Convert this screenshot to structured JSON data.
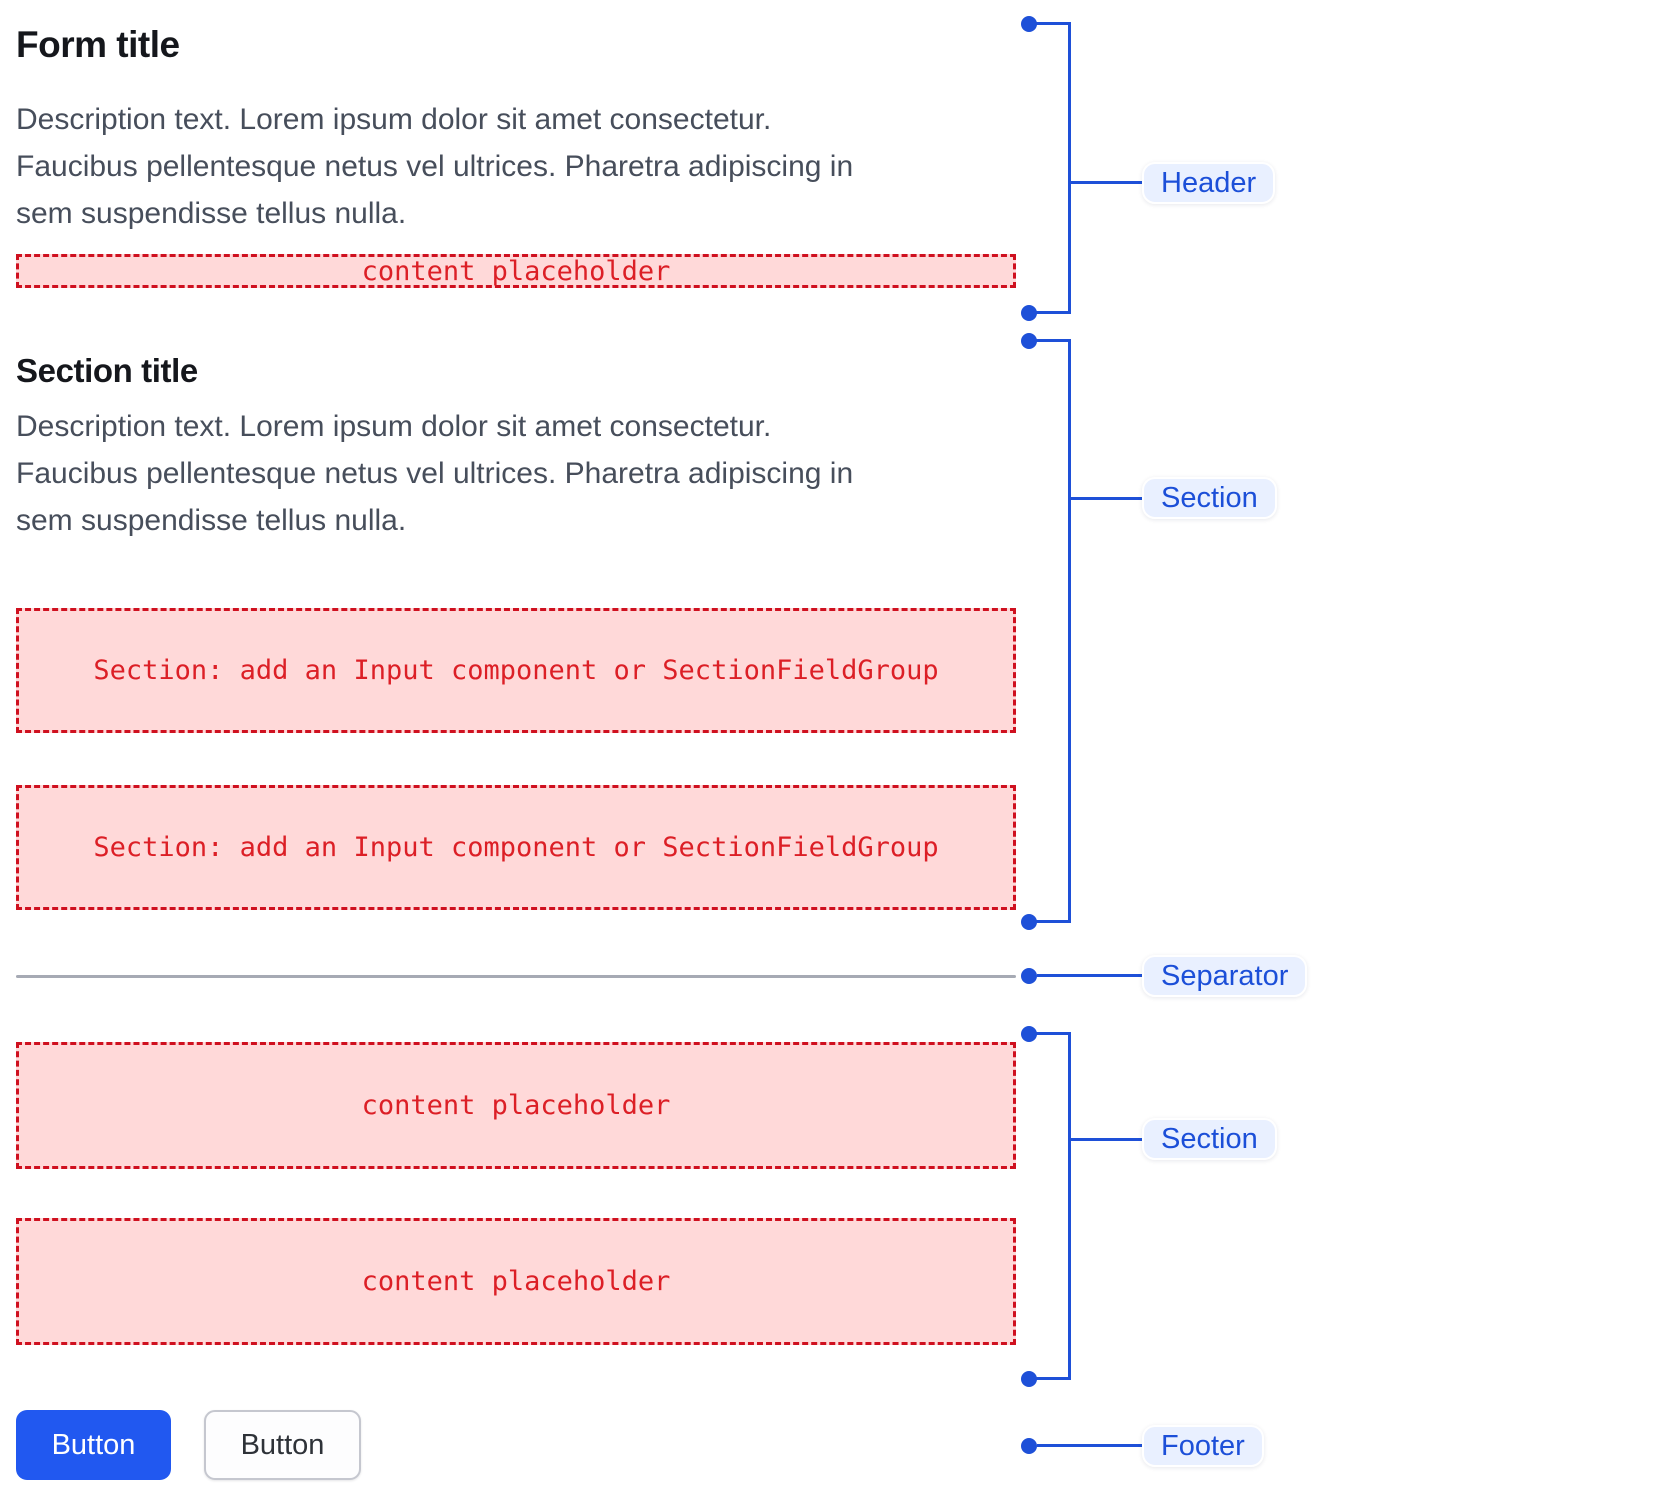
{
  "diagram": {
    "form": {
      "header": {
        "title": "Form title",
        "description_lines": [
          "Description text. Lorem ipsum dolor sit amet consectetur.",
          "Faucibus pellentesque netus vel ultrices. Pharetra adipiscing in",
          "sem suspendisse tellus nulla."
        ],
        "content_placeholder": "content placeholder"
      },
      "section_one": {
        "title": "Section title",
        "description_lines": [
          "Description text. Lorem ipsum dolor sit amet consectetur.",
          "Faucibus pellentesque netus vel ultrices. Pharetra adipiscing in",
          "sem suspendisse tellus nulla."
        ],
        "placeholder_1": "Section: add an Input component or SectionFieldGroup",
        "placeholder_2": "Section: add an Input component or SectionFieldGroup"
      },
      "section_two": {
        "placeholder_1": "content placeholder",
        "placeholder_2": "content placeholder"
      },
      "footer": {
        "primary_button_label": "Button",
        "secondary_button_label": "Button"
      }
    },
    "annotations": {
      "header_label": "Header",
      "section_one_label": "Section",
      "separator_label": "Separator",
      "section_two_label": "Section",
      "footer_label": "Footer"
    },
    "colors": {
      "annotation_blue": "#1e50d8",
      "annotation_label_bg": "#e9f0ff",
      "annotation_label_text": "#1c4fd8",
      "placeholder_bg": "#ffd9d9",
      "placeholder_border": "#cf101f",
      "placeholder_text": "#dc1f26",
      "primary_button_bg": "#2158f0",
      "secondary_button_border": "#c5c7cf",
      "separator_gray": "#a6aab4",
      "title_text": "#15171c",
      "description_text": "#474e5b"
    }
  }
}
